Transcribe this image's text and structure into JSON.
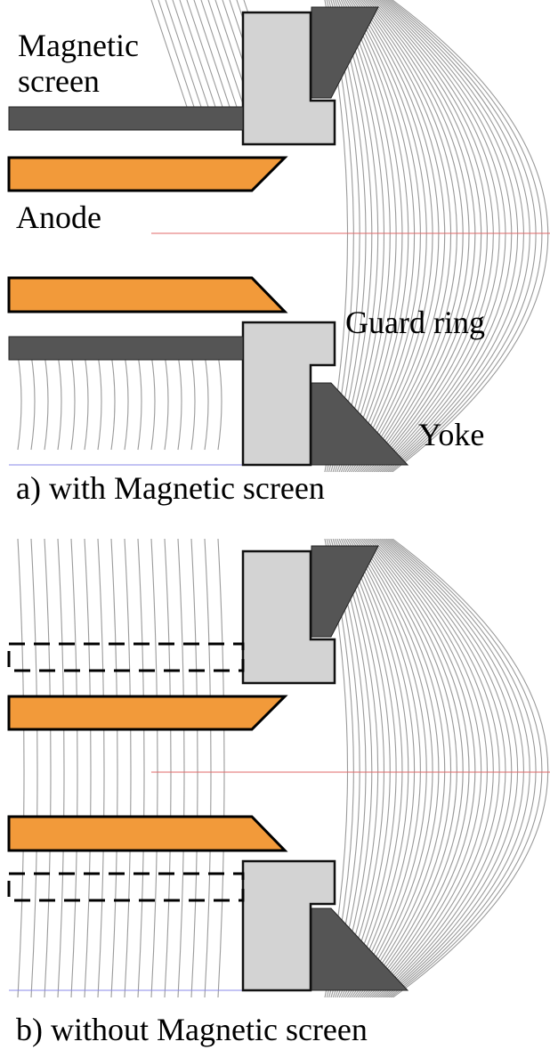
{
  "panel_a": {
    "caption": "a) with Magnetic screen",
    "labels": {
      "magnetic_screen_line1": "Magnetic",
      "magnetic_screen_line2": "screen",
      "anode": "Anode",
      "guard_ring": "Guard ring",
      "yoke": "Yoke"
    },
    "screen_style": "solid"
  },
  "panel_b": {
    "caption": "b) without Magnetic screen",
    "screen_style": "dashed"
  },
  "colors": {
    "anode_fill": "#f29a3a",
    "guard_ring_fill": "#d3d3d3",
    "yoke_fill": "#555555",
    "screen_fill": "#555555",
    "field_lines": "#9a9a9a",
    "axis_line": "#e06a6a",
    "boundary_line": "#8a8ae8"
  },
  "icons": [
    "anode-shape",
    "guard-ring-shape",
    "yoke-shape",
    "magnetic-screen-shape",
    "field-lines"
  ]
}
